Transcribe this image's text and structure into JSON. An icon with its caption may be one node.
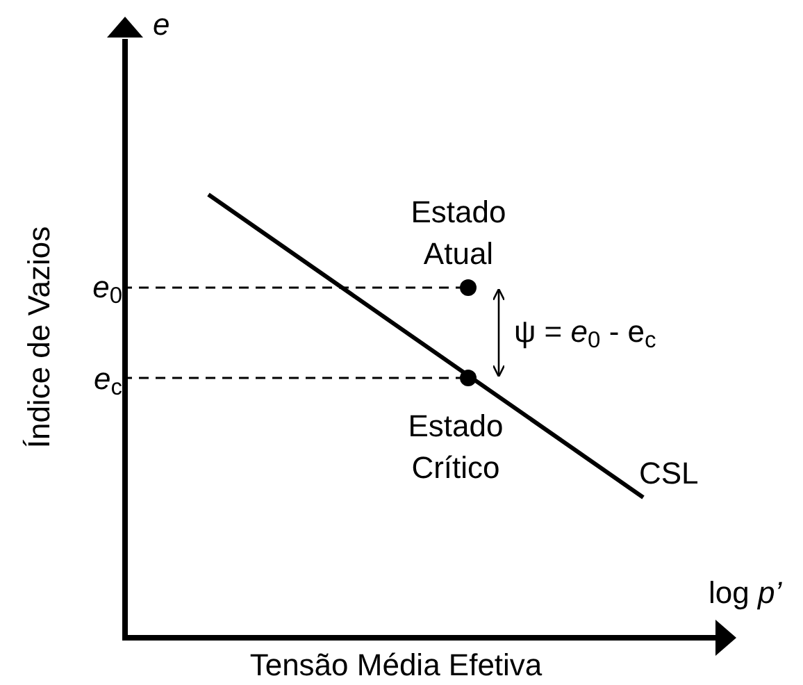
{
  "diagram": {
    "nodes": [
      {
        "text": [
          "*e*$_{0}$"
        ]
      },
      {
        "text": [],
        "shape": "circle",
        "beside": [
          "Estado Atual"
        ]
      },
      {
        "text": [
          "*e*$_{c}$"
        ]
      },
      {
        "text": [],
        "shape": "circle",
        "beside": [
          "Estado Crítico"
        ]
      }
    ],
    "edges": [
      {
        "from": 0,
        "to": 1,
        "arrow": "none",
        "style": "dashed"
      },
      {
        "from": 2,
        "to": 3,
        "arrow": "none",
        "style": "dashed"
      },
      {
        "from": 1,
        "to": 3,
        "arrow": "both",
        "label": "ψ = *e*$_{0}$ - e$_{c}$"
      }
    ],
    "labels": [
      "e",
      "Índice de Vazios",
      "CSL",
      "log *p’*",
      "Tensão Média Efetiva"
    ]
  }
}
